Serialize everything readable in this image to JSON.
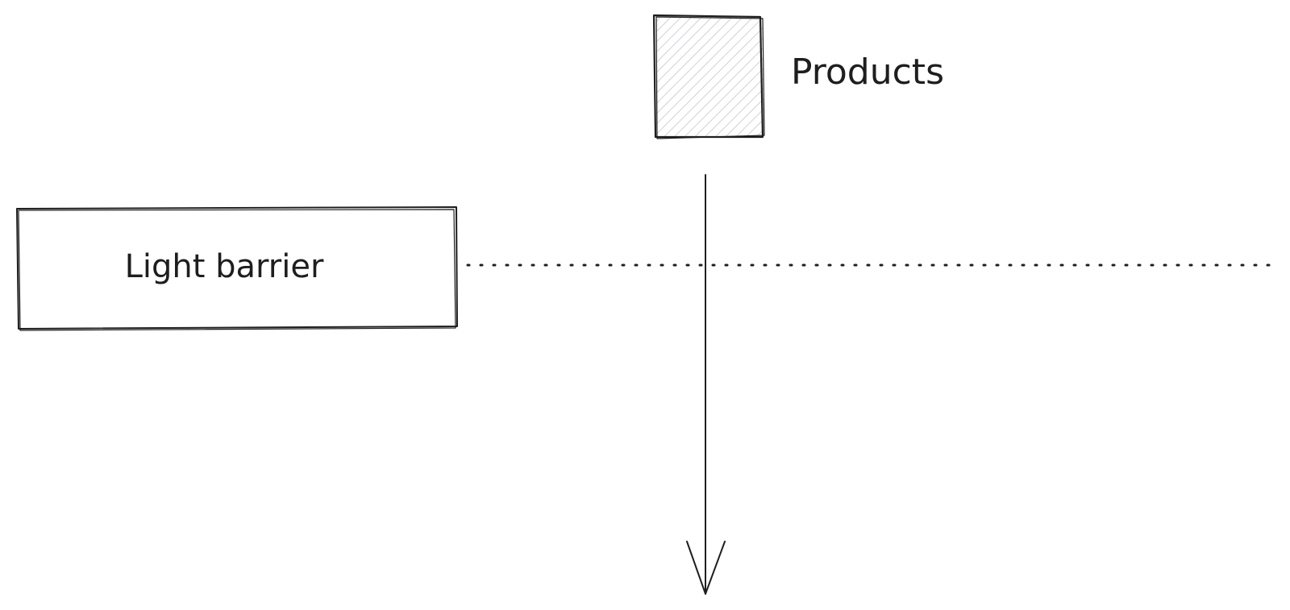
{
  "diagram": {
    "nodes": [
      {
        "id": "light-barrier",
        "label": "Light barrier",
        "shape": "rectangle",
        "fill": "none"
      },
      {
        "id": "product",
        "label": "Products",
        "shape": "square",
        "fill": "hatched"
      }
    ],
    "connectors": [
      {
        "id": "light-beam",
        "from": "light-barrier",
        "style": "dotted",
        "direction": "horizontal"
      },
      {
        "id": "product-flow",
        "from": "product",
        "style": "solid-arrow",
        "direction": "down"
      }
    ]
  },
  "colors": {
    "stroke": "#1e1e1e",
    "hatch": "#c3c6cc",
    "background": "#ffffff"
  }
}
